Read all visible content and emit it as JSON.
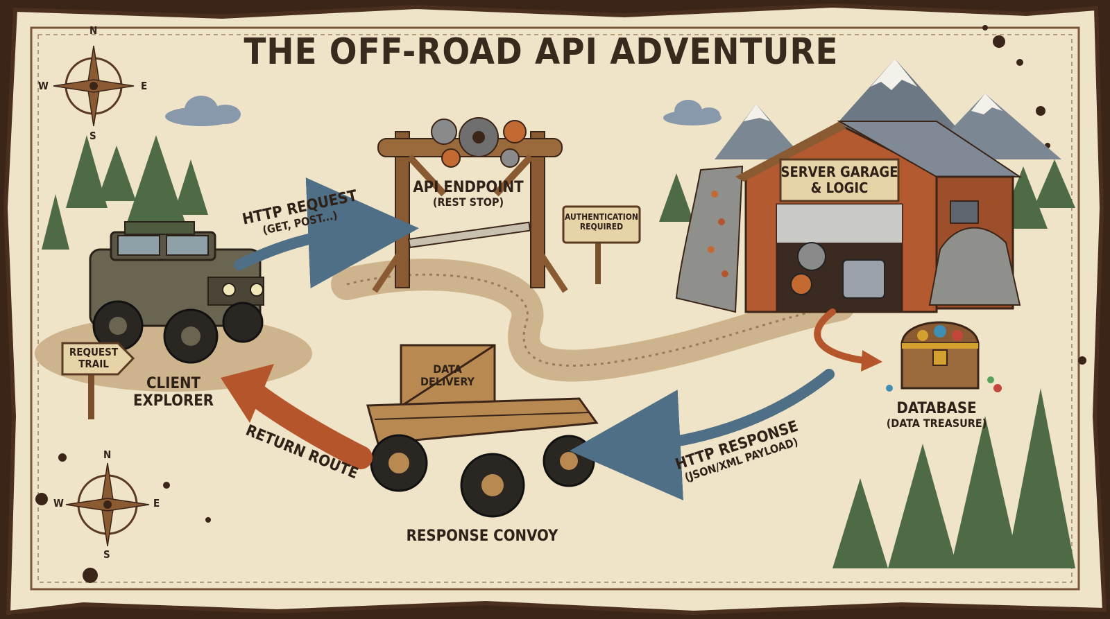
{
  "title": "THE OFF-ROAD API ADVENTURE",
  "nodes": {
    "client": {
      "line1": "CLIENT",
      "line2": "EXPLORER"
    },
    "endpoint": {
      "line1": "API ENDPOINT",
      "line2": "(REST STOP)"
    },
    "server": {
      "line1": "SERVER GARAGE",
      "line2": "& LOGIC"
    },
    "database": {
      "line1": "DATABASE",
      "line2": "(DATA TREASURE)"
    },
    "convoy": {
      "label": "RESPONSE CONVOY"
    },
    "crate": {
      "line1": "DATA",
      "line2": "DELIVERY"
    }
  },
  "signs": {
    "trail": {
      "line1": "REQUEST",
      "line2": "TRAIL"
    },
    "auth": {
      "line1": "AUTHENTICATION",
      "line2": "REQUIRED"
    }
  },
  "edges": {
    "request": {
      "line1": "HTTP REQUEST",
      "line2": "(GET, POST...)",
      "color": "#4f6f86"
    },
    "response": {
      "line1": "HTTP RESPONSE",
      "line2": "(JSON/XML PAYLOAD)",
      "color": "#4f6f86"
    },
    "return": {
      "label": "RETURN ROUTE",
      "color": "#b5552c"
    }
  },
  "compass": {
    "n": "N",
    "s": "S",
    "e": "E",
    "w": "W"
  },
  "colors": {
    "parchment": "#efe3c8",
    "frame": "#3b2418",
    "wood": "#8a5a32",
    "barn": "#b35a30",
    "tree": "#4e6b45",
    "mountain": "#7c8794"
  }
}
